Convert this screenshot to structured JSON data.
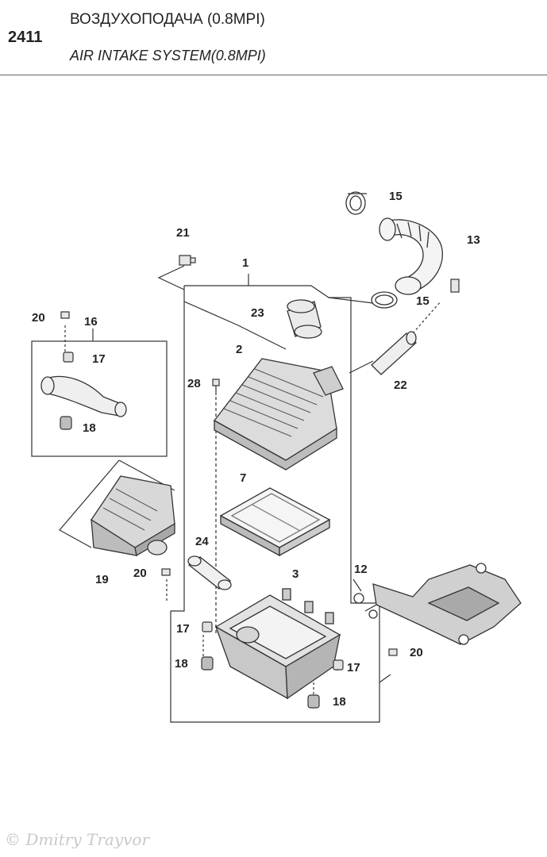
{
  "header": {
    "code": "2411",
    "title_ru": "ВОЗДУХОПОДАЧА (0.8MPI)",
    "title_en": "AIR INTAKE SYSTEM(0.8MPI)"
  },
  "callouts": {
    "c1": "1",
    "c2": "2",
    "c3": "3",
    "c7": "7",
    "c12": "12",
    "c13": "13",
    "c15a": "15",
    "c15b": "15",
    "c16": "16",
    "c17a": "17",
    "c17b": "17",
    "c17c": "17",
    "c18a": "18",
    "c18b": "18",
    "c18c": "18",
    "c19": "19",
    "c20a": "20",
    "c20b": "20",
    "c20c": "20",
    "c21": "21",
    "c22": "22",
    "c23": "23",
    "c24": "24",
    "c28": "28"
  },
  "watermark": "© Dmitry Trayvor"
}
